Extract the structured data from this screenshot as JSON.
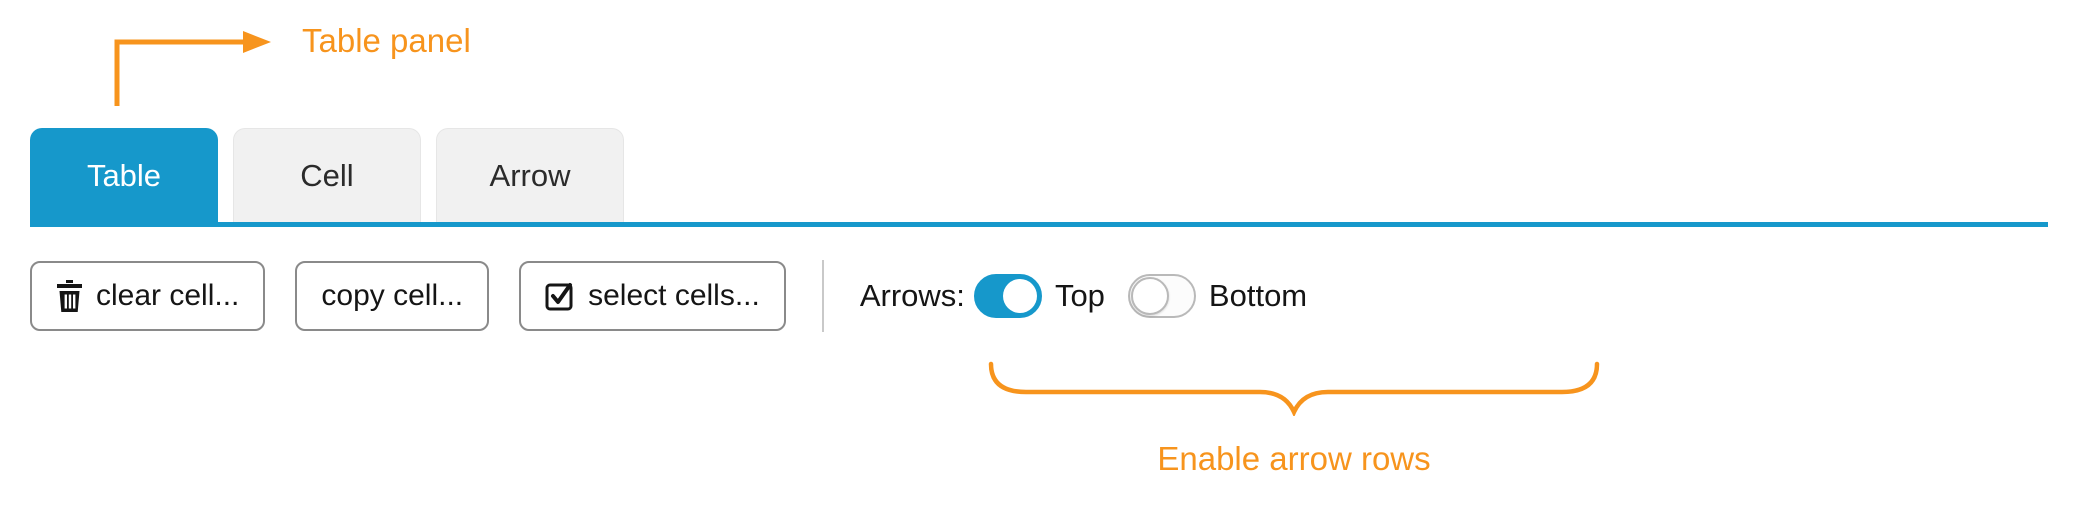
{
  "annotations": {
    "table_panel_label": "Table panel",
    "enable_arrows_label": "Enable arrow rows"
  },
  "tabs": [
    {
      "label": "Table",
      "active": true
    },
    {
      "label": "Cell",
      "active": false
    },
    {
      "label": "Arrow",
      "active": false
    }
  ],
  "toolbar": {
    "buttons": [
      {
        "label": "clear cell...",
        "icon": "trash-icon"
      },
      {
        "label": "copy cell...",
        "icon": null
      },
      {
        "label": "select cells...",
        "icon": "checkbox-checked-icon"
      }
    ],
    "arrows_label": "Arrows:",
    "toggles": [
      {
        "label": "Top",
        "on": true
      },
      {
        "label": "Bottom",
        "on": false
      }
    ]
  },
  "colors": {
    "active_tab_blue": "#1698cb",
    "toggle_on_blue": "#1698cb",
    "annotation_orange": "#f7941d",
    "button_border_gray": "#8a8a8a"
  }
}
